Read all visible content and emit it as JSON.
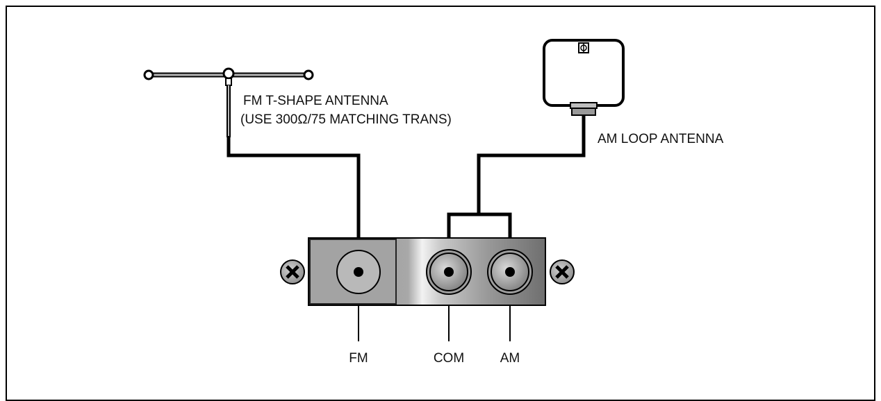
{
  "labels": {
    "fm_antenna_line1": "FM T-SHAPE ANTENNA",
    "fm_antenna_line2": "(USE 300Ω/75 MATCHING TRANS)",
    "am_antenna": "AM LOOP ANTENNA",
    "terminal_fm": "FM",
    "terminal_com": "COM",
    "terminal_am": "AM"
  },
  "icons": {
    "screw_left": "screw-icon",
    "screw_right": "screw-icon"
  }
}
